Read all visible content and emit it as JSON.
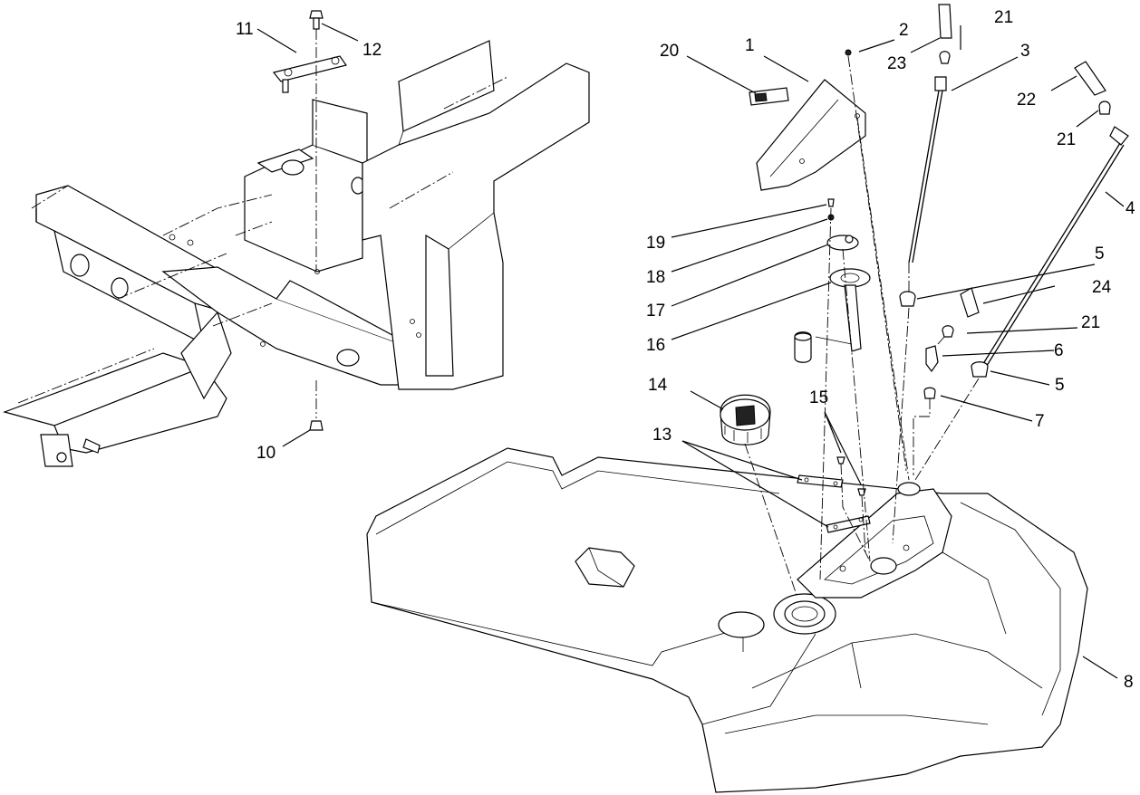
{
  "diagram": {
    "callouts": [
      {
        "id": "c1",
        "text": "1"
      },
      {
        "id": "c2",
        "text": "2"
      },
      {
        "id": "c3",
        "text": "3"
      },
      {
        "id": "c4",
        "text": "4"
      },
      {
        "id": "c5a",
        "text": "5"
      },
      {
        "id": "c5b",
        "text": "5"
      },
      {
        "id": "c6",
        "text": "6"
      },
      {
        "id": "c7",
        "text": "7"
      },
      {
        "id": "c8",
        "text": "8"
      },
      {
        "id": "c10",
        "text": "10"
      },
      {
        "id": "c11",
        "text": "11"
      },
      {
        "id": "c12",
        "text": "12"
      },
      {
        "id": "c13",
        "text": "13"
      },
      {
        "id": "c14",
        "text": "14"
      },
      {
        "id": "c15",
        "text": "15"
      },
      {
        "id": "c16",
        "text": "16"
      },
      {
        "id": "c17",
        "text": "17"
      },
      {
        "id": "c18",
        "text": "18"
      },
      {
        "id": "c19",
        "text": "19"
      },
      {
        "id": "c20",
        "text": "20"
      },
      {
        "id": "c21a",
        "text": "21"
      },
      {
        "id": "c21b",
        "text": "21"
      },
      {
        "id": "c21c",
        "text": "21"
      },
      {
        "id": "c22",
        "text": "22"
      },
      {
        "id": "c23",
        "text": "23"
      },
      {
        "id": "c24",
        "text": "24"
      }
    ]
  }
}
